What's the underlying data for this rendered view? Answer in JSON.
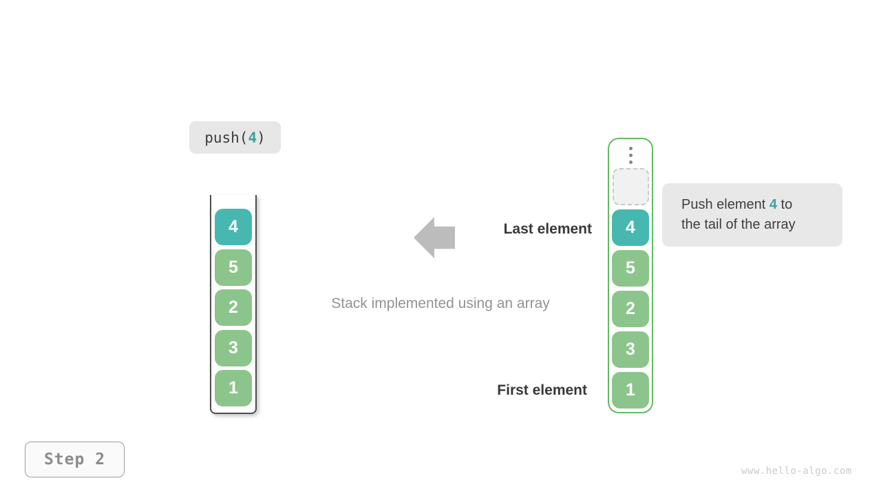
{
  "colors": {
    "teal": "#46b8b0",
    "green": "#8cc58b",
    "accent": "#3aa49c",
    "border_green": "#63b963",
    "arrow": "#bcbcbc",
    "tooltip_bg": "#e8e8e8",
    "chip_bg": "#e7e7e7"
  },
  "push_label": {
    "prefix": "push(",
    "arg": "4",
    "suffix": ")"
  },
  "left_stack": {
    "cells": [
      {
        "value": "4",
        "highlight": true
      },
      {
        "value": "5",
        "highlight": false
      },
      {
        "value": "2",
        "highlight": false
      },
      {
        "value": "3",
        "highlight": false
      },
      {
        "value": "1",
        "highlight": false
      }
    ]
  },
  "right_stack": {
    "dots_icon": "vertical-ellipsis",
    "empty_slot": "",
    "cells": [
      {
        "value": "4",
        "highlight": true
      },
      {
        "value": "5",
        "highlight": false
      },
      {
        "value": "2",
        "highlight": false
      },
      {
        "value": "3",
        "highlight": false
      },
      {
        "value": "1",
        "highlight": false
      }
    ]
  },
  "annotations": {
    "last_element": "Last element",
    "first_element": "First element",
    "caption": "Stack implemented using an array"
  },
  "tooltip": {
    "line1_before": "Push element ",
    "highlight": "4",
    "line1_after": " to",
    "line2": "the tail of the array"
  },
  "step_badge": {
    "label": "Step 2"
  },
  "watermark": "www.hello-algo.com"
}
